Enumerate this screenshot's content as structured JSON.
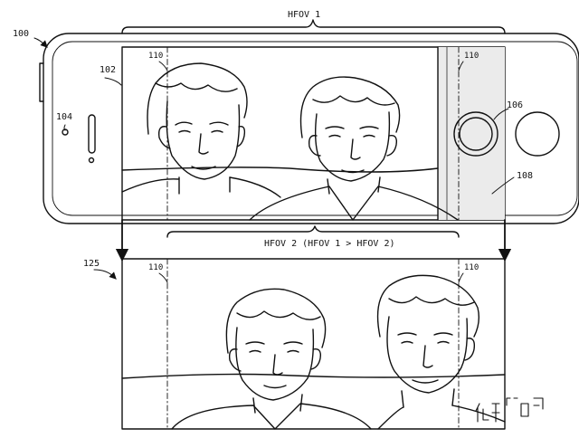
{
  "labels": {
    "ref_100": "100",
    "ref_102": "102",
    "ref_104": "104",
    "ref_106": "106",
    "ref_108": "108",
    "ref_110_top_left": "110",
    "ref_110_top_right": "110",
    "ref_125": "125",
    "ref_110_bottom_left": "110",
    "ref_110_bottom_right": "110",
    "hfov1": "HFOV 1",
    "hfov2": "HFOV 2  (HFOV 1 > HFOV 2)"
  }
}
